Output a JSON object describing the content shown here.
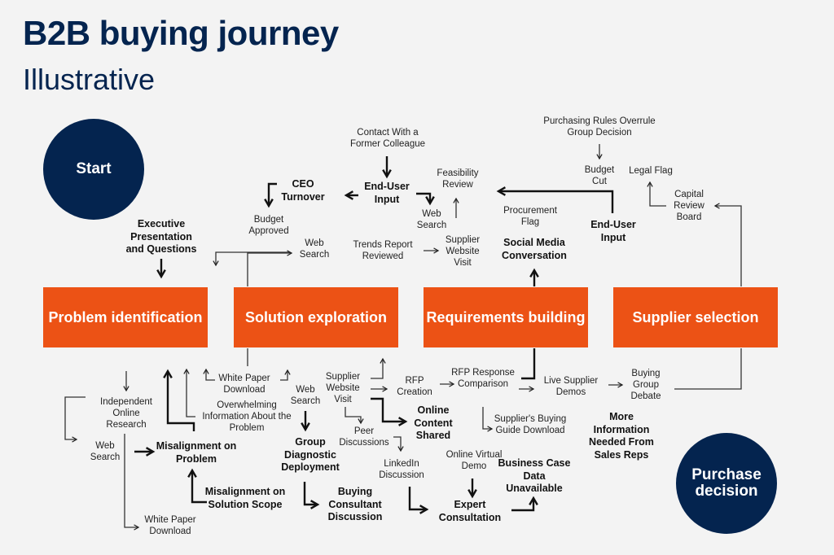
{
  "header": {
    "title": "B2B buying journey",
    "subtitle": "Illustrative"
  },
  "terminals": {
    "start": "Start",
    "end": "Purchase decision"
  },
  "colors": {
    "navy": "#04244f",
    "stage_orange": "#ec5215",
    "background": "#f3f3f3"
  },
  "stages": [
    {
      "label": "Problem identification"
    },
    {
      "label": "Solution exploration"
    },
    {
      "label": "Requirements building"
    },
    {
      "label": "Supplier selection"
    }
  ],
  "above_nodes": {
    "executive_presentation": "Executive Presentation and Questions",
    "ceo_turnover": "CEO Turnover",
    "budget_approved": "Budget Approved",
    "web_search_top": "Web Search",
    "contact_former_colleague": "Contact With a Former Colleague",
    "end_user_input_1": "End-User Input",
    "web_search_mid": "Web Search",
    "feasibility_review": "Feasibility Review",
    "trends_report": "Trends Report Reviewed",
    "supplier_website_top": "Supplier Website Visit",
    "procurement_flag": "Procurement Flag",
    "social_media": "Social Media Conversation",
    "purchasing_rules": "Purchasing Rules Overrule Group Decision",
    "budget_cut": "Budget Cut",
    "legal_flag": "Legal Flag",
    "capital_review": "Capital Review Board",
    "end_user_input_2": "End-User Input"
  },
  "below_nodes": {
    "independent_research": "Independent Online Research",
    "web_search_left": "Web Search",
    "white_paper_left": "White Paper Download",
    "misalignment_problem": "Misalignment on Problem",
    "misalignment_scope": "Misalignment on Solution Scope",
    "white_paper_mid": "White Paper Download",
    "overwhelming_info": "Overwhelming Information About the Problem",
    "web_search_below": "Web Search",
    "group_diagnostic": "Group Diagnostic Deployment",
    "buying_consultant": "Buying Consultant Discussion",
    "supplier_website_below": "Supplier Website Visit",
    "peer_discussions": "Peer Discussions",
    "linkedin_discussion": "LinkedIn Discussion",
    "rfp_creation": "RFP Creation",
    "online_content": "Online Content Shared",
    "rfp_comparison": "RFP Response Comparison",
    "suppliers_guide": "Supplier's Buying Guide Download",
    "online_demo": "Online Virtual Demo",
    "expert_consultation": "Expert Consultation",
    "business_case": "Business Case Data Unavailable",
    "live_demos": "Live Supplier Demos",
    "buying_group_debate": "Buying Group Debate",
    "more_info": "More Information Needed From Sales Reps"
  }
}
